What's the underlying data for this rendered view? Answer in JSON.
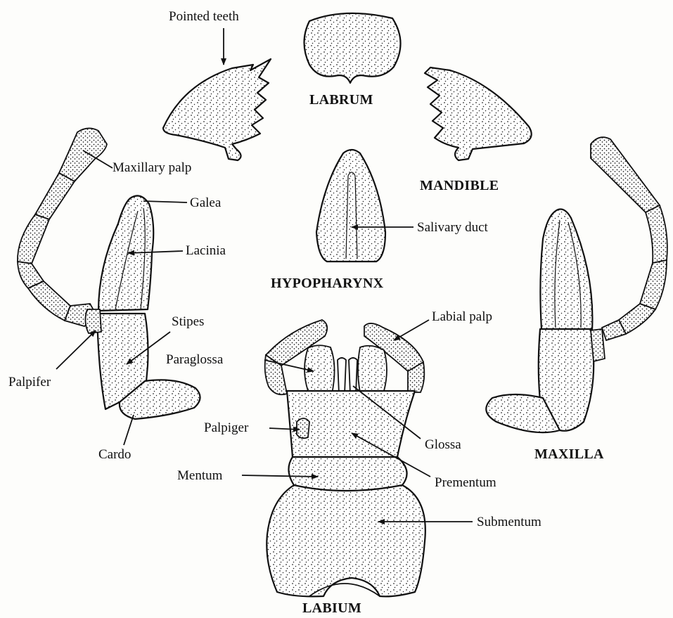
{
  "titles": {
    "labrum": "LABRUM",
    "mandible": "MANDIBLE",
    "hypopharynx": "HYPOPHARYNX",
    "maxilla": "MAXILLA",
    "labium": "LABIUM"
  },
  "labels": {
    "pointed_teeth": "Pointed teeth",
    "maxillary_palp": "Maxillary palp",
    "galea": "Galea",
    "lacinia": "Lacinia",
    "stipes": "Stipes",
    "palpifer": "Palpifer",
    "cardo": "Cardo",
    "salivary_duct": "Salivary duct",
    "labial_palp": "Labial palp",
    "paraglossa": "Paraglossa",
    "palpiger": "Palpiger",
    "glossa": "Glossa",
    "mentum": "Mentum",
    "prementum": "Prementum",
    "submentum": "Submentum"
  }
}
